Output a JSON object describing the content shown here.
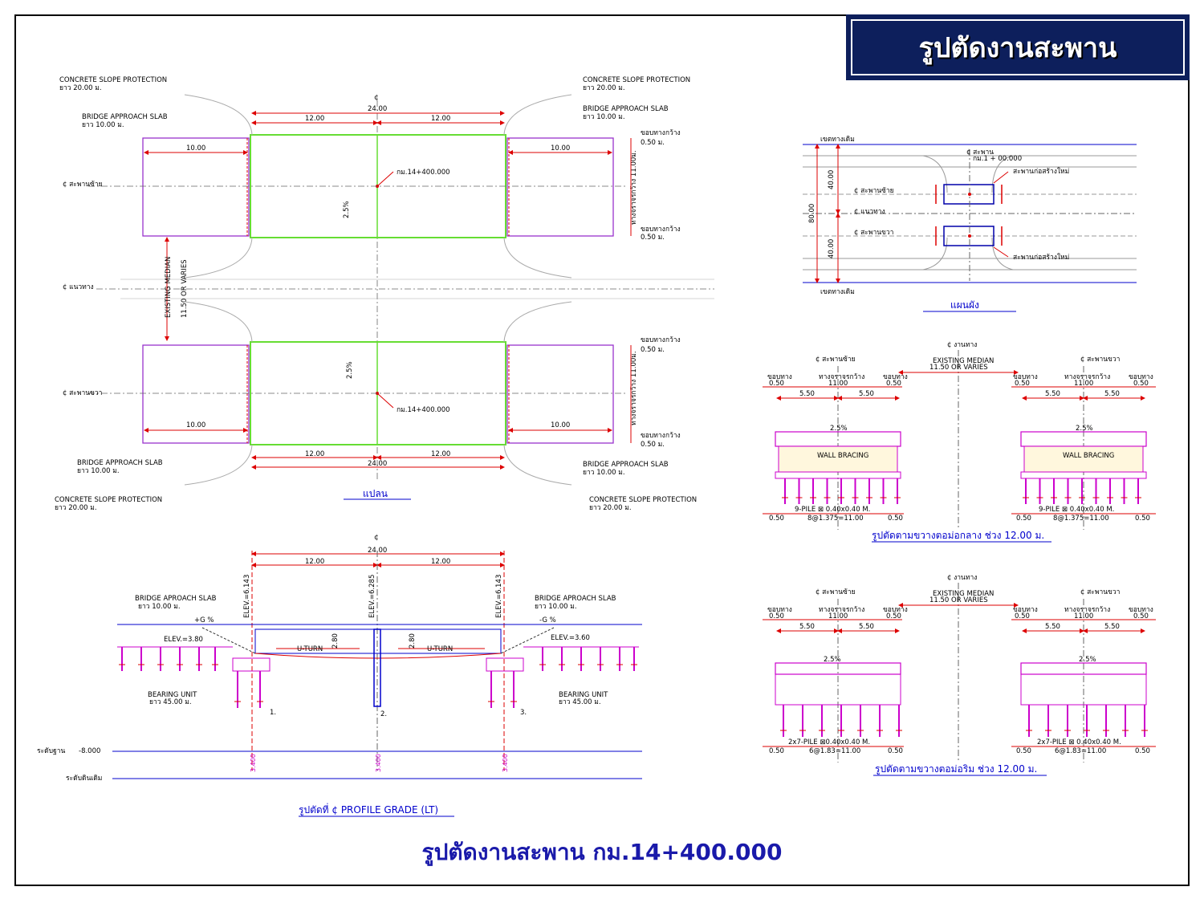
{
  "title": "รูปตัดงานสะพาน",
  "bottom_caption": "รูปตัดงานสะพาน กม.14+400.000",
  "colors": {
    "title_bg": "#0d1f5c",
    "deck_green": "#66dd33",
    "slab_purple": "#9933cc",
    "dim_red": "#dd0000",
    "grid_blue": "#0000cc",
    "pile_magenta": "#cc00cc"
  },
  "plan": {
    "caption": "แปลน",
    "cl_mark": "¢",
    "span_total": "24.00",
    "span_half_left": "12.00",
    "span_half_right": "12.00",
    "approach_len": "10.00",
    "station": "กม.14+400.000",
    "slope": "2.5%",
    "cl_left_bridge": "¢ สะพานซ้าย",
    "cl_alignment": "¢ แนวทาง",
    "cl_right_bridge": "¢ สะพานขวา",
    "median": "EXISTING MEDIAN",
    "median_width": "11.50 OR VARIES",
    "road_width": "ทางจราจรกว้าง 11.00ม.",
    "shoulder": "ขอบทางกว้าง",
    "shoulder_width": "0.50 ม.",
    "csp_title": "CONCRETE SLOPE PROTECTION",
    "csp_len": "ยาว 20.00 ม.",
    "bas_title": "BRIDGE APPROACH SLAB",
    "bas_len": "ยาว 10.00 ม."
  },
  "layout_plan": {
    "caption": "แผนผัง",
    "boundary": "เขตทางเดิม",
    "cl_bridge": "¢ สะพาน",
    "station": "กม.1 + 00.000",
    "new_bridge": "สะพานก่อสร้างใหม่",
    "cl_left": "¢ สะพานซ้าย",
    "cl_align": "¢ แนวทาง",
    "cl_right": "¢ สะพานขวา",
    "dim_total": "80.00",
    "dim_half": "40.00"
  },
  "section_mid": {
    "caption": "รูปตัดตามขวางตอม่อกลาง ช่วง 12.00 ม.",
    "cl_road": "¢ งานทาง",
    "cl_left": "¢ สะพานซ้าย",
    "cl_right": "¢ สะพานขวา",
    "median": "EXISTING MEDIAN",
    "median_width": "11.50 OR VARIES",
    "shoulder": "ขอบทาง",
    "shoulder_w": "0.50",
    "lane": "ทางจราจรกว้าง",
    "lane_w": "11.00",
    "half_w": "5.50",
    "slope": "2.5%",
    "bracing": "WALL BRACING",
    "pile": "9-PILE ⊠ 0.40x0.40 M.",
    "pile_spacing": "8@1.375=11.00",
    "edge": "0.50"
  },
  "section_end": {
    "caption": "รูปตัดตามขวางตอม่อริม ช่วง 12.00 ม.",
    "cl_road": "¢ งานทาง",
    "cl_left": "¢ สะพานซ้าย",
    "cl_right": "¢ สะพานขวา",
    "median": "EXISTING MEDIAN",
    "median_width": "11.50 OR VARIES",
    "shoulder": "ขอบทาง",
    "shoulder_w": "0.50",
    "lane": "ทางจราจรกว้าง",
    "lane_w": "11.00",
    "half_w": "5.50",
    "slope": "2.5%",
    "pile_left": "2x7-PILE ⊠0.40x0.40 M.",
    "pile_right": "2x7-PILE ⊠ 0.40x0.40 M.",
    "pile_spacing": "6@1.83=11.00",
    "edge": "0.50"
  },
  "profile": {
    "caption": "รูปตัดที่ ¢ PROFILE GRADE (LT)",
    "cl_mark": "¢",
    "span_total": "24.00",
    "span_half": "12.00",
    "elev_left": "ELEV.=6.143",
    "elev_mid": "ELEV.=6.285",
    "elev_right": "ELEV.=6.143",
    "bas_title": "BRIDGE APROACH SLAB",
    "bas_len": "ยาว 10.00 ม.",
    "grade_left": "+G %",
    "grade_right": "-G %",
    "elev_low_left": "ELEV.=3.80",
    "elev_low_right": "ELEV.=3.60",
    "uturn": "U-TURN",
    "depth": "2.80",
    "bearing": "BEARING UNIT",
    "bearing_len": "ยาว 45.00 ม.",
    "pier1": "1.",
    "pier2": "2.",
    "pier3": "3.",
    "datum": "ระดับฐาน",
    "datum_val": "-8.000",
    "ground": "ระดับดินเดิม",
    "grid_val": "3.400"
  }
}
